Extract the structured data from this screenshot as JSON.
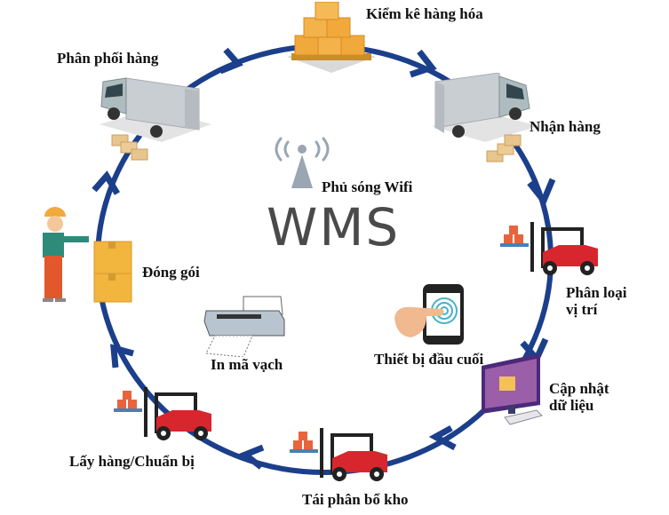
{
  "diagram": {
    "title": "WMS",
    "center_items": [
      {
        "id": "wifi",
        "label": "Phủ sóng Wifi",
        "icon": "wifi-antenna-icon"
      },
      {
        "id": "printer",
        "label": "In mã vạch",
        "icon": "barcode-printer-icon"
      },
      {
        "id": "terminal",
        "label": "Thiết bị đầu cuối",
        "icon": "mobile-terminal-icon"
      }
    ],
    "cycle_direction": "clockwise",
    "steps": [
      {
        "id": "inventory",
        "label": "Kiểm kê hàng hóa",
        "icon": "boxes-pallet-icon"
      },
      {
        "id": "receiving",
        "label": "Nhận hàng",
        "icon": "truck-icon"
      },
      {
        "id": "sorting",
        "label_line1": "Phân loại",
        "label_line2": "vị trí",
        "icon": "forklift-icon"
      },
      {
        "id": "data-update",
        "label_line1": "Cập nhật",
        "label_line2": "dữ liệu",
        "icon": "computer-icon"
      },
      {
        "id": "reallocation",
        "label": "Tái phân bổ kho",
        "icon": "forklift-icon"
      },
      {
        "id": "picking",
        "label": "Lấy hàng/Chuẩn bị",
        "icon": "forklift-icon"
      },
      {
        "id": "packing",
        "label": "Đóng gói",
        "icon": "worker-packing-icon"
      },
      {
        "id": "distribution",
        "label": "Phân phối hàng",
        "icon": "truck-icon"
      }
    ],
    "colors": {
      "ring": "#1b3f8b",
      "box": "#f2a93b",
      "forklift": "#d7262e",
      "truck": "#c9ced3",
      "wms_text": "#4a4a4a"
    }
  }
}
